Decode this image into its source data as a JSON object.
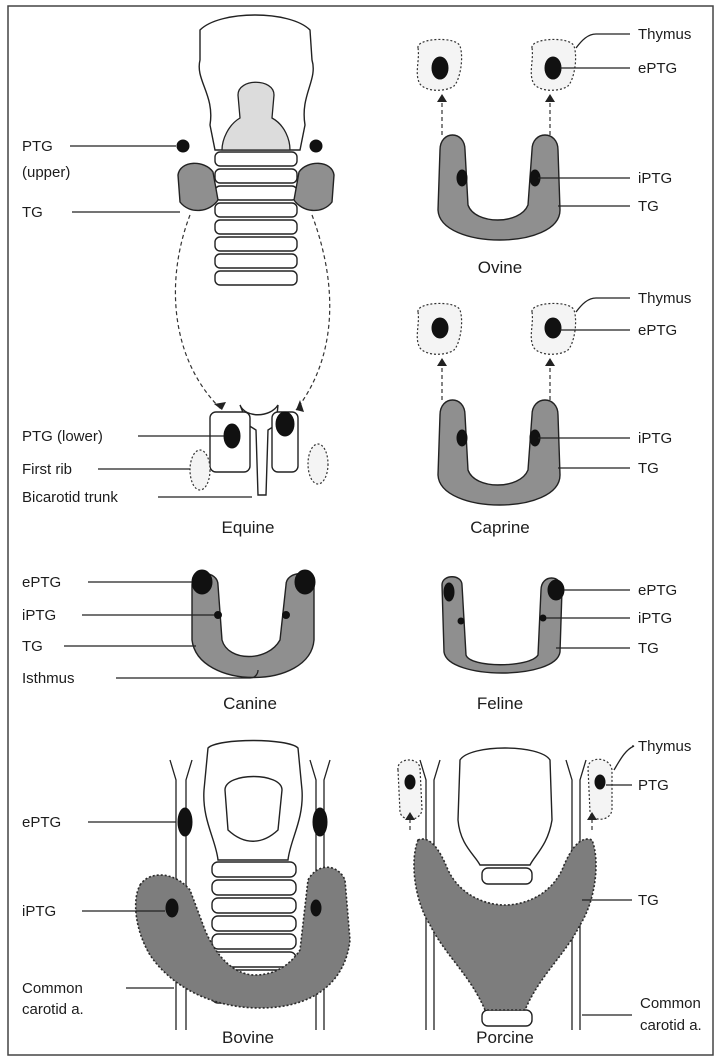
{
  "panels": {
    "equine": {
      "caption": "Equine",
      "labels": [
        "PTG",
        "(upper)",
        "TG",
        "PTG (lower)",
        "First rib",
        "Bicarotid trunk"
      ]
    },
    "ovine": {
      "caption": "Ovine",
      "labels": [
        "Thymus",
        "ePTG",
        "iPTG",
        "TG"
      ]
    },
    "caprine": {
      "caption": "Caprine",
      "labels": [
        "Thymus",
        "ePTG",
        "iPTG",
        "TG"
      ]
    },
    "canine": {
      "caption": "Canine",
      "labels": [
        "ePTG",
        "iPTG",
        "TG",
        "Isthmus"
      ]
    },
    "feline": {
      "caption": "Feline",
      "labels": [
        "ePTG",
        "iPTG",
        "TG"
      ]
    },
    "bovine": {
      "caption": "Bovine",
      "labels": [
        "ePTG",
        "iPTG",
        "Common",
        "carotid a."
      ]
    },
    "porcine": {
      "caption": "Porcine",
      "labels": [
        "Thymus",
        "PTG",
        "TG",
        "Common",
        "carotid a."
      ]
    }
  },
  "colors": {
    "gland": "#8f8f8f",
    "parathyroid": "#111111",
    "outline": "#222222"
  }
}
